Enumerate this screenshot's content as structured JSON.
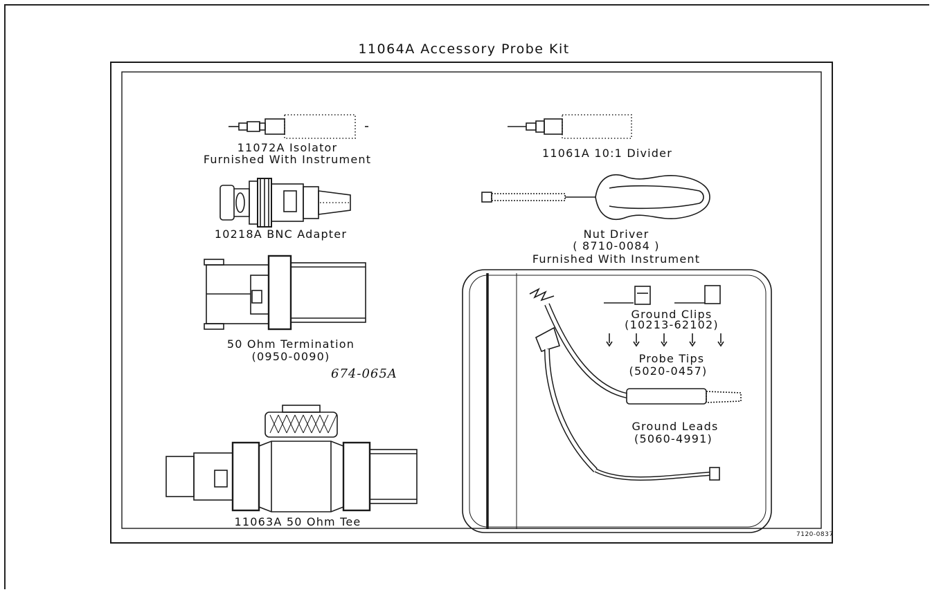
{
  "diagram": {
    "title": "11064A Accessory Probe Kit",
    "items": [
      {
        "id": "isolator",
        "label_1": "11072A Isolator",
        "label_2": "Furnished With Instrument"
      },
      {
        "id": "divider",
        "label_1": "11061A 10:1 Divider"
      },
      {
        "id": "bnc",
        "label_1": "10218A BNC Adapter"
      },
      {
        "id": "nut_driver",
        "label_1": "Nut Driver",
        "label_2": "( 8710-0084 )",
        "label_3": "Furnished With Instrument"
      },
      {
        "id": "termination",
        "label_1": "50 Ohm Termination",
        "label_2": "(0950-0090)"
      },
      {
        "id": "tee",
        "label_1": "11063A 50 Ohm Tee"
      }
    ],
    "pouch": {
      "ground_clips": "Ground Clips",
      "ground_clips_pn": "(10213-62102)",
      "probe_tips": "Probe Tips",
      "probe_tips_pn": "(5020-0457)",
      "ground_leads": "Ground Leads",
      "ground_leads_pn": "(5060-4991)"
    },
    "handwritten_note": "674-065A",
    "figure_code": "7120-0837"
  }
}
